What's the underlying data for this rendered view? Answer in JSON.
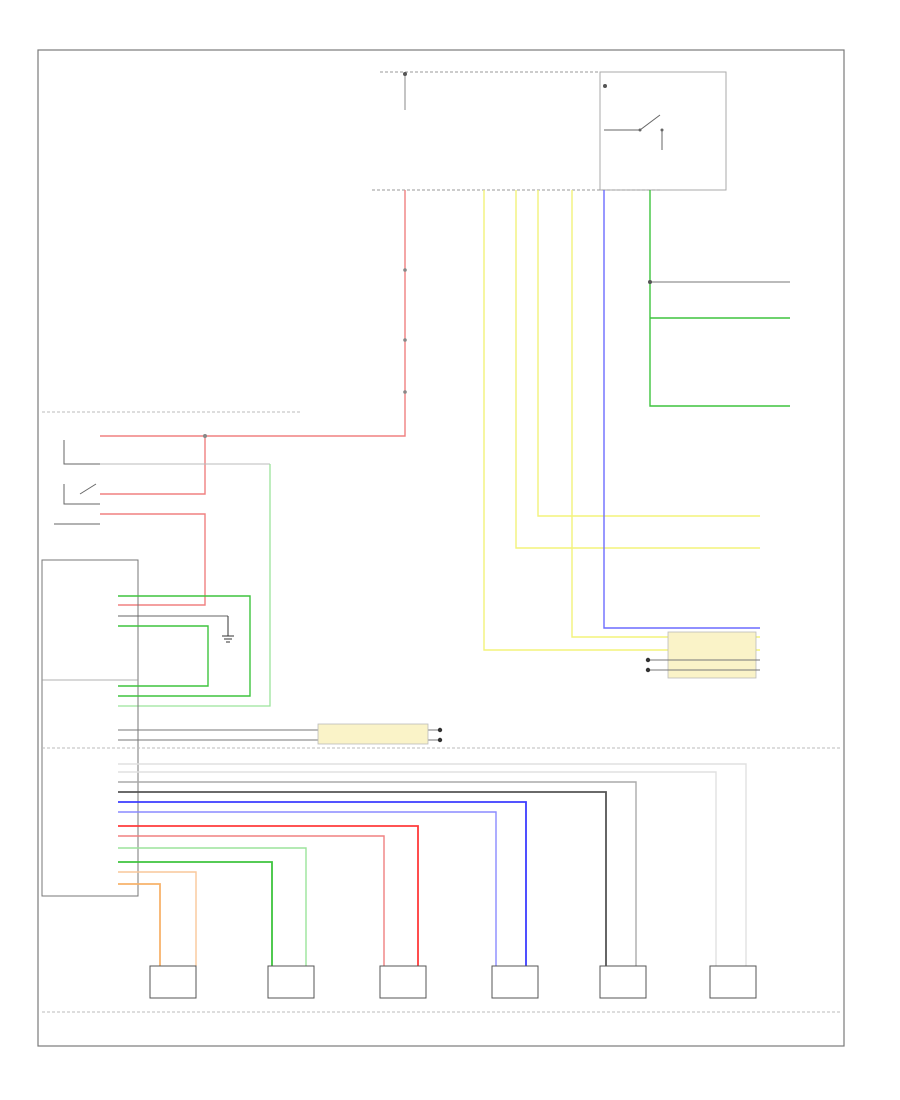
{
  "diagram": {
    "page_id": "",
    "colors": {
      "frame": "#7a7a7a",
      "red": "#f08080",
      "red_strong": "#ff3b3b",
      "green": "#3ec43e",
      "light_green": "#9be39b",
      "yellow": "#f3f37a",
      "blue": "#6c6cff",
      "blue_strong": "#3c3cff",
      "orange": "#f7b26b",
      "black": "#444444",
      "gray": "#bdbdbd",
      "connector_fill": "#faf3c8"
    },
    "icons": [
      "relay-switch-icon",
      "ground-icon",
      "connector-icon",
      "sensor-box-icon",
      "splice-dot-icon"
    ],
    "sensors": [
      {
        "id": "s1",
        "wire_color": "orange"
      },
      {
        "id": "s2",
        "wire_color": "green"
      },
      {
        "id": "s3",
        "wire_color": "red"
      },
      {
        "id": "s4",
        "wire_color": "blue"
      },
      {
        "id": "s5",
        "wire_color": "black"
      },
      {
        "id": "s6",
        "wire_color": "gray"
      }
    ]
  }
}
